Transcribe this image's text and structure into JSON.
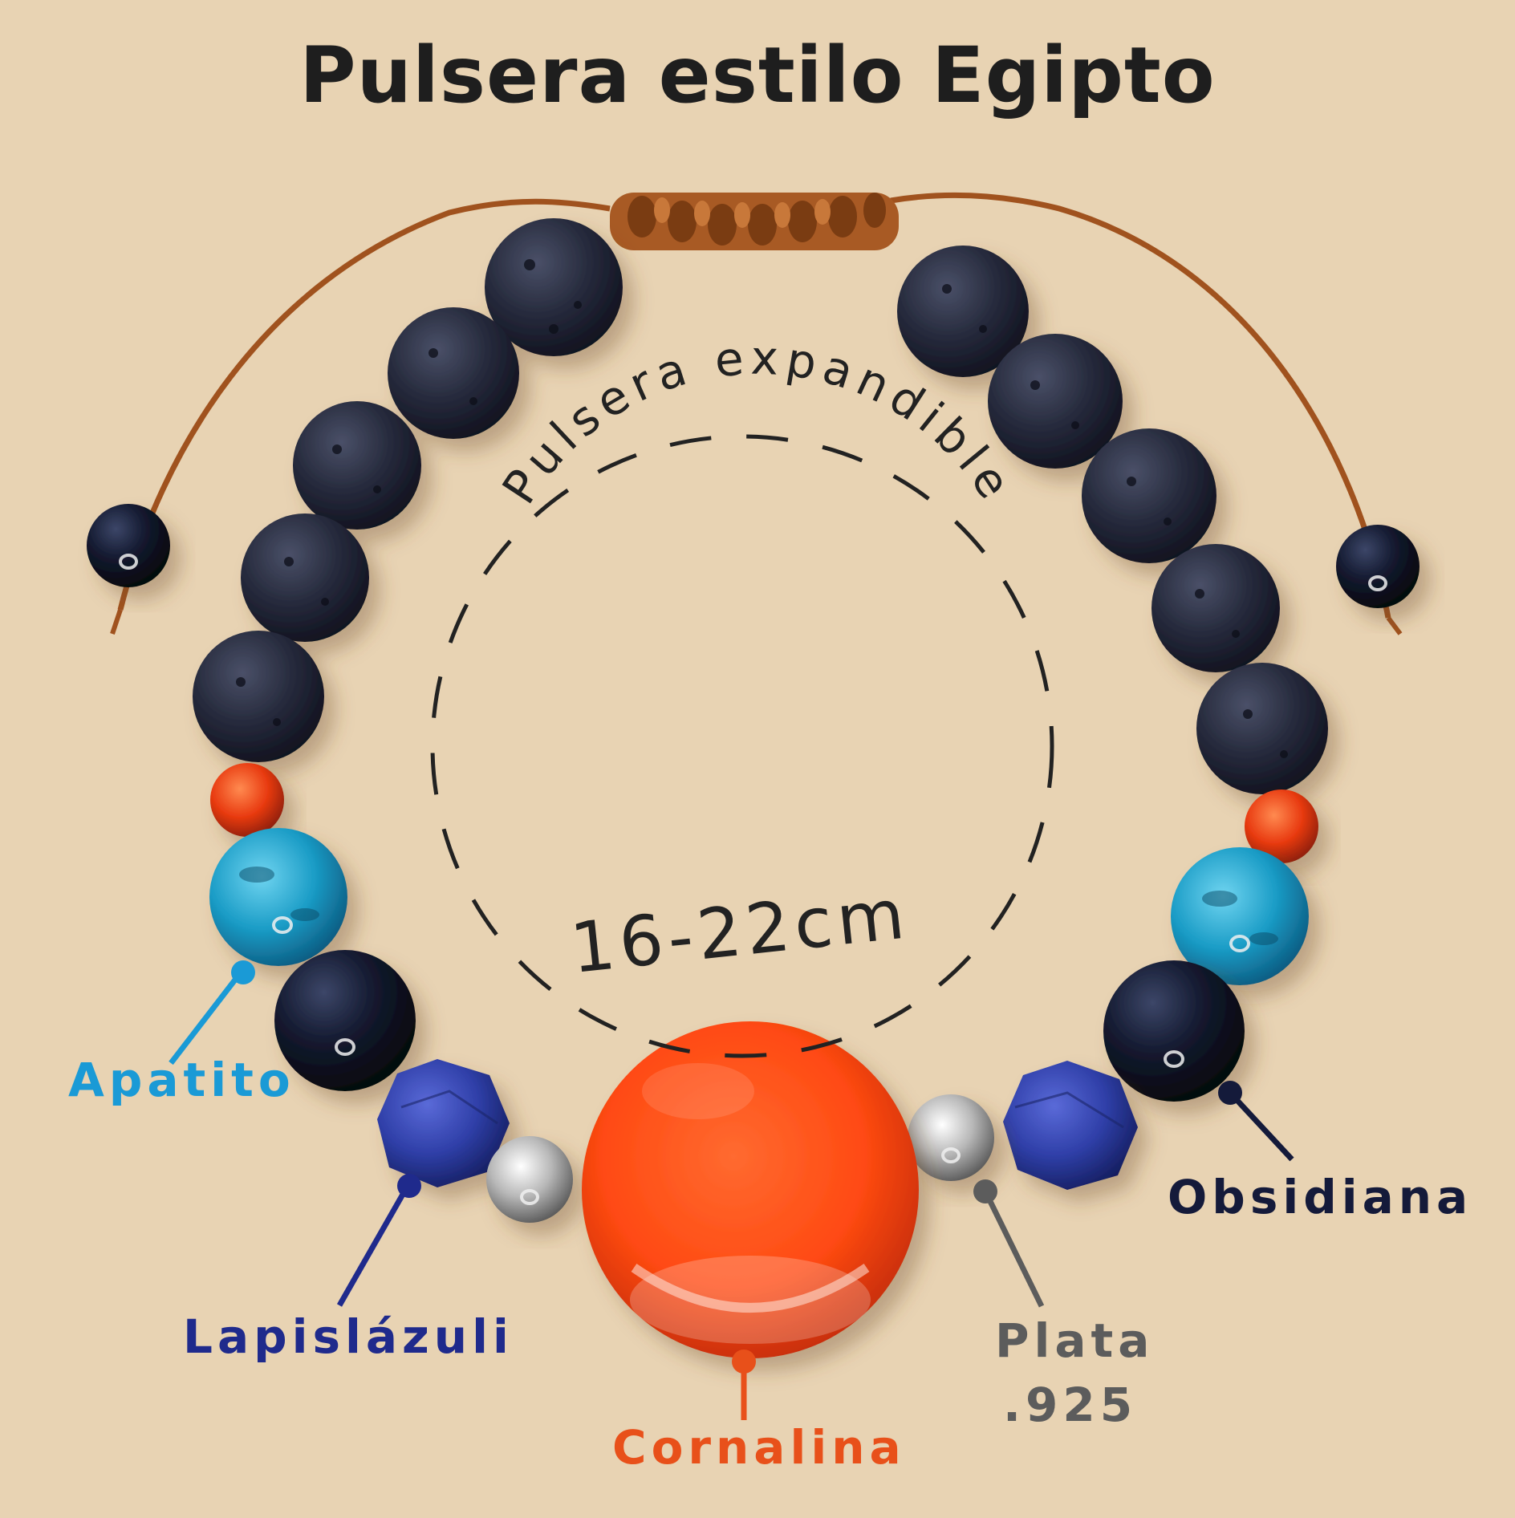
{
  "title": "Pulsera estilo Egipto",
  "arc_text": "Pulsera expandible",
  "size_text": "16-22cm",
  "labels": {
    "apatito": {
      "text": "Apatito",
      "color": "#1a9ad6"
    },
    "lapislazuli": {
      "text": "Lapislázuli",
      "color": "#1f2a8c"
    },
    "cornalina": {
      "text": "Cornalina",
      "color": "#e8501a"
    },
    "plata_line1": {
      "text": "Plata",
      "color": "#5c5c5c"
    },
    "plata_line2": {
      "text": ".925",
      "color": "#5c5c5c"
    },
    "obsidiana": {
      "text": "Obsidiana",
      "color": "#141a3a"
    }
  },
  "colors": {
    "background": "#e8d3b3",
    "cord": "#a0521e",
    "lava": "#262a3c",
    "carnelian": "#ff4a12",
    "apatite": "#1a9cc6",
    "lapis": "#2f3fa8",
    "obsidian": "#0f1424",
    "silver": "#c8c8c8"
  }
}
